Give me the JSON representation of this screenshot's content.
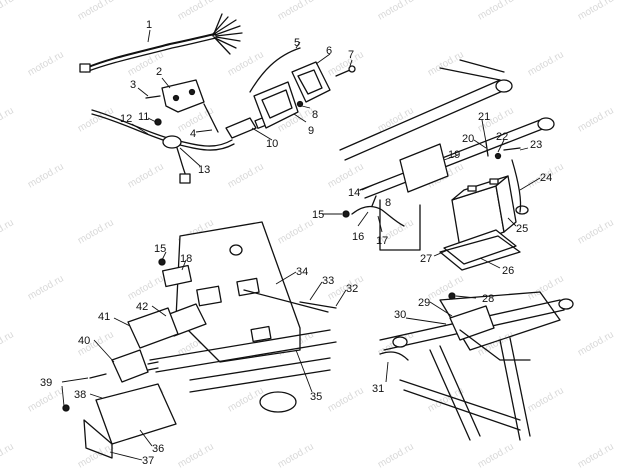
{
  "watermark_text": "motod.ru",
  "callouts": {
    "c1": "1",
    "c2": "2",
    "c3": "3",
    "c4": "4",
    "c5": "5",
    "c6": "6",
    "c7": "7",
    "c8": "8",
    "c8b": "8",
    "c9": "9",
    "c10": "10",
    "c11": "11",
    "c12": "12",
    "c13": "13",
    "c14": "14",
    "c15": "15",
    "c15b": "15",
    "c16": "16",
    "c17": "17",
    "c18": "18",
    "c19": "19",
    "c20": "20",
    "c21": "21",
    "c22": "22",
    "c23": "23",
    "c24": "24",
    "c25": "25",
    "c26": "26",
    "c27": "27",
    "c28": "28",
    "c29": "29",
    "c30": "30",
    "c31": "31",
    "c32": "32",
    "c33": "33",
    "c34": "34",
    "c35": "35",
    "c36": "36",
    "c37": "37",
    "c38": "38",
    "c39": "39",
    "c40": "40",
    "c41": "41",
    "c42": "42"
  }
}
